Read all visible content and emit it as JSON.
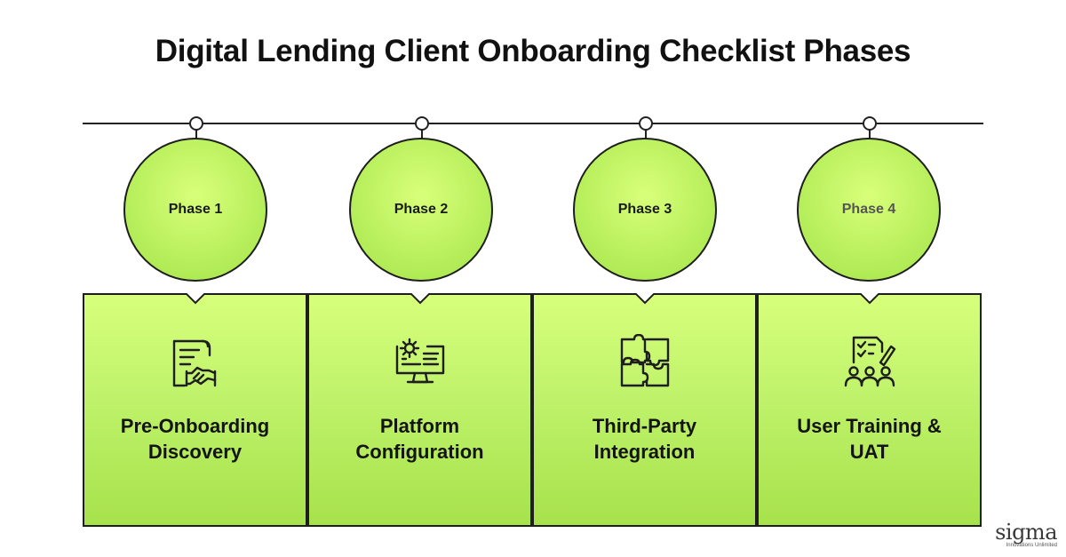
{
  "title": "Digital Lending Client Onboarding Checklist Phases",
  "phases": [
    {
      "label": "Phase 1",
      "card_title": "Pre-Onboarding\nDiscovery",
      "icon": "contract-handshake-icon"
    },
    {
      "label": "Phase 2",
      "card_title": "Platform\nConfiguration",
      "icon": "monitor-gear-icon"
    },
    {
      "label": "Phase 3",
      "card_title": "Third-Party\nIntegration",
      "icon": "puzzle-icon"
    },
    {
      "label": "Phase 4",
      "card_title": "User Training &\nUAT",
      "icon": "checklist-team-icon"
    }
  ],
  "logo": {
    "word": "sigma",
    "tagline": "Innovations Unlimited"
  },
  "colors": {
    "accent_green": "#b2ec57",
    "outline": "#1e1e1e",
    "text": "#111111"
  }
}
